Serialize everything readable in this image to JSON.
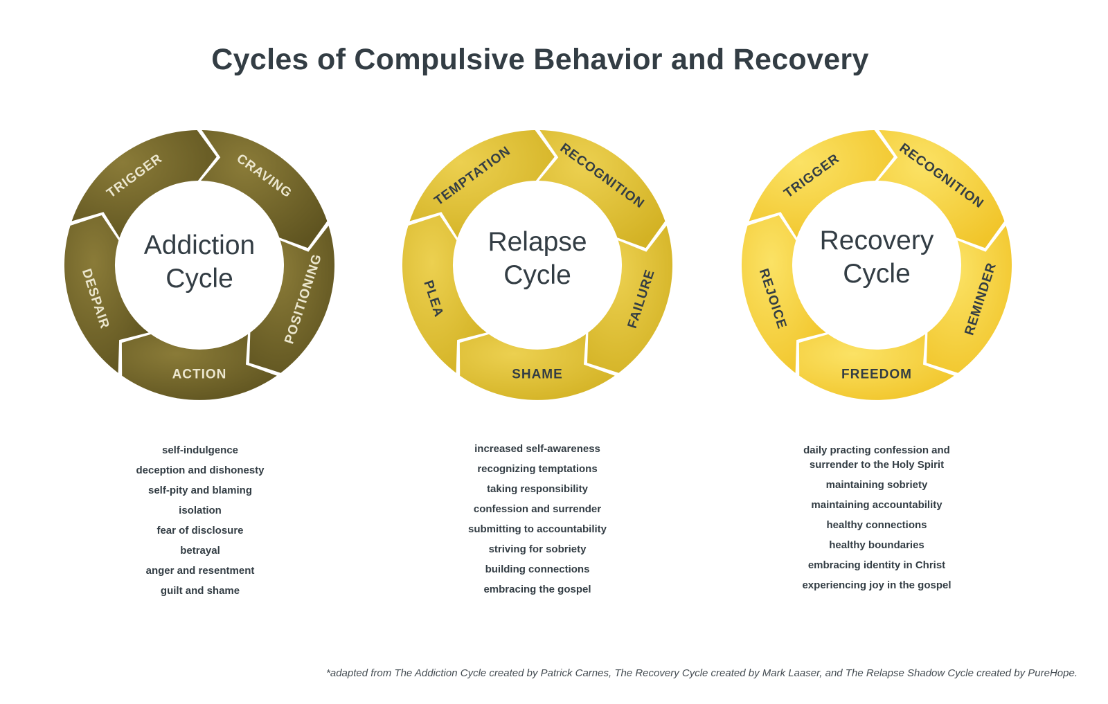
{
  "title": "Cycles of Compulsive Behavior and Recovery",
  "colors": {
    "addiction": "#7a6b2c",
    "relapse": "#e2c232",
    "recovery": "#f6d330",
    "text_dark": "#333d44",
    "label_light": "#ece7cf",
    "label_dark": "#333d44"
  },
  "cycles": [
    {
      "title_line1": "Addiction",
      "title_line2": "Cycle",
      "segments": [
        "TRIGGER",
        "CRAVING",
        "POSITIONING",
        "ACTION",
        "DESPAIR"
      ],
      "items": [
        "self-indulgence",
        "deception and dishonesty",
        "self-pity and blaming",
        "isolation",
        "fear of disclosure",
        "betrayal",
        "anger and resentment",
        "guilt and shame"
      ]
    },
    {
      "title_line1": "Relapse",
      "title_line2": "Cycle",
      "segments": [
        "TEMPTATION",
        "RECOGNITION",
        "FAILURE",
        "SHAME",
        "PLEA"
      ],
      "items": [
        "increased self-awareness",
        "recognizing temptations",
        "taking responsibility",
        "confession and surrender",
        "submitting to accountability",
        "striving for sobriety",
        "building connections",
        "embracing the gospel"
      ]
    },
    {
      "title_line1": "Recovery",
      "title_line2": "Cycle",
      "segments": [
        "TRIGGER",
        "RECOGNITION",
        "REMINDER",
        "FREEDOM",
        "REJOICE"
      ],
      "items": [
        "daily practing confession and surrender to the Holy Spirit",
        "maintaining sobriety",
        "maintaining accountability",
        "healthy connections",
        "healthy boundaries",
        "embracing identity in Christ",
        "experiencing joy in the gospel"
      ]
    }
  ],
  "footnote": "*adapted from The Addiction Cycle created by Patrick Carnes, The Recovery Cycle created by Mark Laaser, and The Relapse Shadow Cycle created by PureHope."
}
